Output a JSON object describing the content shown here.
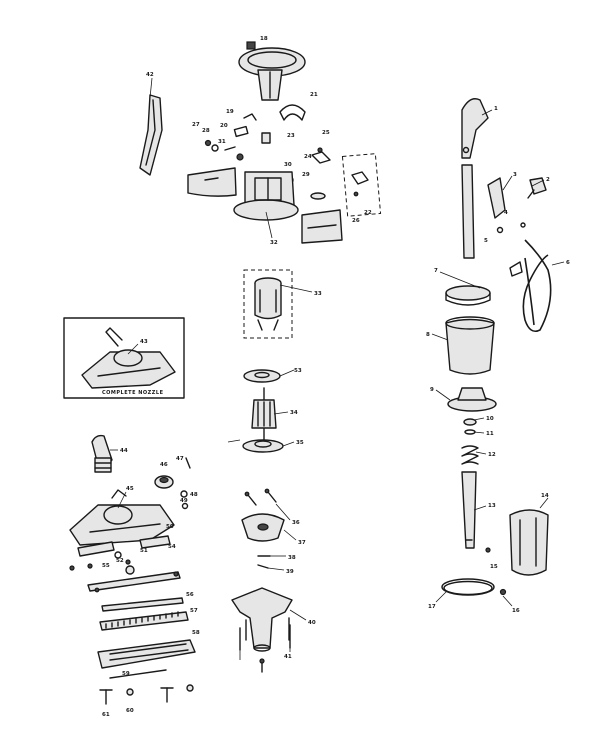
{
  "inset_label": "COMPLETE NOZZLE",
  "callouts": [
    "1",
    "2",
    "3",
    "4",
    "5",
    "6",
    "7",
    "8",
    "9",
    "10",
    "11",
    "12",
    "13",
    "14",
    "15",
    "16",
    "17",
    "18",
    "19",
    "20",
    "21",
    "22",
    "23",
    "24",
    "25",
    "26",
    "27",
    "28",
    "29",
    "30",
    "31",
    "32",
    "33",
    "34",
    "35",
    "36",
    "37",
    "38",
    "39",
    "40",
    "41",
    "42",
    "43",
    "44",
    "45",
    "46",
    "47",
    "48",
    "49",
    "50",
    "51",
    "52",
    "53",
    "54",
    "55",
    "56",
    "57",
    "58",
    "59",
    "60",
    "61"
  ]
}
